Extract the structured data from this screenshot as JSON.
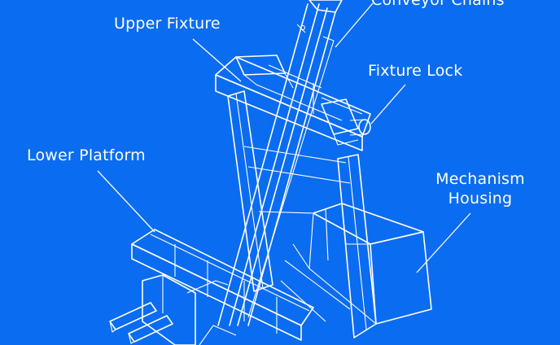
{
  "labels": {
    "conveyor_chains": "Conveyor Chains",
    "upper_fixture": "Upper Fixture",
    "fixture_lock": "Fixture Lock",
    "lower_platform": "Lower Platform",
    "mechanism_housing_line1": "Mechanism",
    "mechanism_housing_line2": "Housing"
  },
  "colors": {
    "background": "#0a6cf0",
    "linework": "#ffffff"
  }
}
